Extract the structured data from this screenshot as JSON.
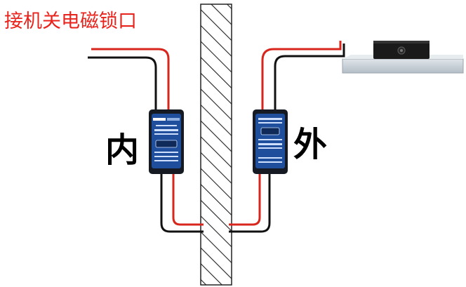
{
  "title": "接机关电磁锁口",
  "labels": {
    "inner": "内",
    "outer": "外"
  },
  "colors": {
    "title": "#e8231c",
    "wire_red": "#d9261c",
    "wire_black": "#111111",
    "module_body": "#161a22",
    "module_panel": "#1f4f9c",
    "lock_plate": "#c9d2d8"
  },
  "components": {
    "inner_module": "wireless-module-icon",
    "outer_module": "wireless-module-icon",
    "lock": "magnetic-lock-icon",
    "wall": "hatched-wall-icon"
  }
}
